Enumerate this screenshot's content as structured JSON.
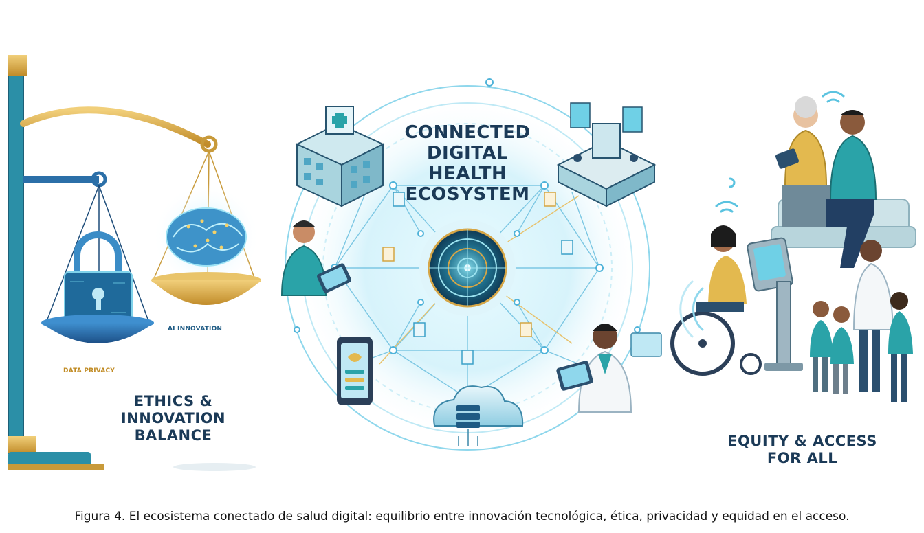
{
  "center_title": {
    "line1": "CONNECTED",
    "line2": "DIGITAL HEALTH",
    "line3": "ECOSYSTEM"
  },
  "left_panel": {
    "title_line1": "ETHICS & INNOVATION",
    "title_line2": "BALANCE",
    "data_privacy_label": "DATA PRIVACY",
    "ai_innovation_label": "AI INNOVATION"
  },
  "right_panel": {
    "title_line1": "EQUITY & ACCESS",
    "title_line2": "FOR ALL"
  },
  "caption": "Figura 4. El ecosistema conectado de salud digital: equilibrio entre innovación tecnológica, ética, privacidad y equidad en el acceso.",
  "colors": {
    "navy": "#1b3a57",
    "teal": "#2aa3a8",
    "gold": "#d2a23c",
    "light_blue": "#bfe6f2",
    "network_blue": "#4fb3d9"
  },
  "icons": [
    "scale-icon",
    "padlock-icon",
    "brain-icon",
    "hospital-icon",
    "lab-icon",
    "patient-tablet-icon",
    "smartphone-icon",
    "cloud-server-icon",
    "doctor-icon",
    "central-hub-icon",
    "document-icon",
    "wifi-icon",
    "wheelchair-user-icon",
    "kiosk-icon",
    "family-icon"
  ]
}
